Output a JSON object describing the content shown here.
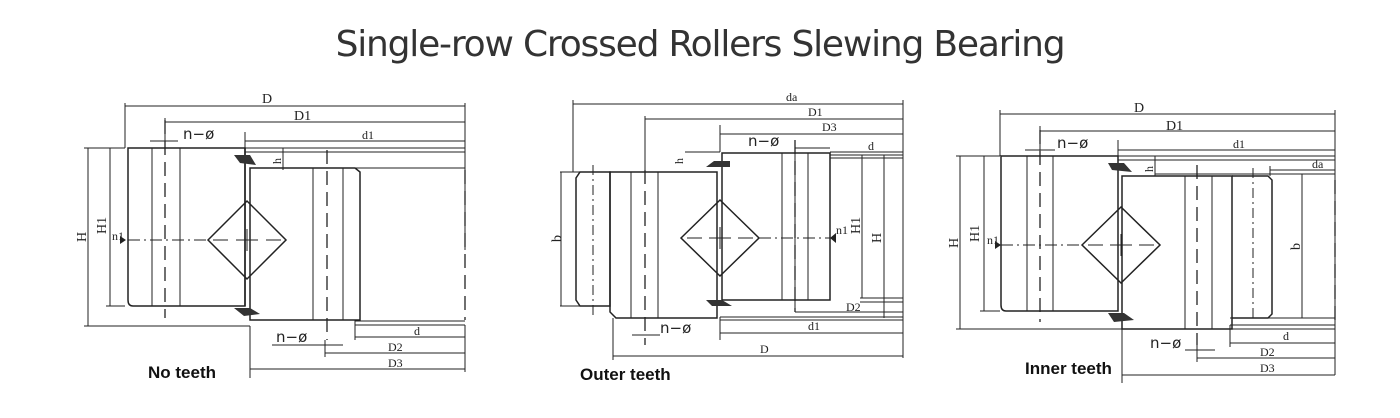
{
  "title": "Single-row Crossed Rollers Slewing Bearing",
  "colors": {
    "title": "#333333",
    "lines": "#222222",
    "background": "#ffffff"
  },
  "diagrams": [
    {
      "id": "no-teeth",
      "caption": "No teeth",
      "labels": {
        "D": "D",
        "D1": "D1",
        "d1": "d1",
        "n_phi_top": "n−ø",
        "n_phi_bottom": "n−ø",
        "h": "h",
        "H": "H",
        "H1": "H1",
        "n1": "n1",
        "d": "d",
        "D2": "D2",
        "D3": "D3"
      }
    },
    {
      "id": "outer-teeth",
      "caption": "Outer teeth",
      "labels": {
        "da": "da",
        "D1": "D1",
        "D3": "D3",
        "n_phi_top": "n−ø",
        "n_phi_bottom": "n−ø",
        "d": "d",
        "h": "h",
        "b": "b",
        "H1": "H1",
        "H": "H",
        "n1": "n1",
        "D2": "D2",
        "d1": "d1",
        "D": "D"
      }
    },
    {
      "id": "inner-teeth",
      "caption": "Inner teeth",
      "labels": {
        "D": "D",
        "D1": "D1",
        "d1": "d1",
        "n_phi_top": "n−ø",
        "n_phi_bottom": "n−ø",
        "h": "h",
        "da": "da",
        "H": "H",
        "H1": "H1",
        "n1": "n1",
        "b": "b",
        "d": "d",
        "D2": "D2",
        "D3": "D3"
      }
    }
  ]
}
